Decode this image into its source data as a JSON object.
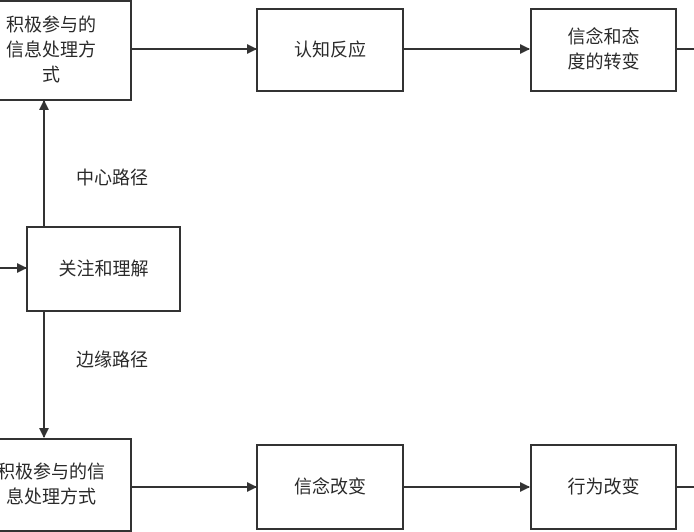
{
  "nodes": {
    "top_left": {
      "lines": [
        "积极参与的",
        "信息处理方",
        "式"
      ]
    },
    "cognitive": {
      "label": "认知反应"
    },
    "belief_attitude": {
      "lines": [
        "信念和态",
        "度的转变"
      ]
    },
    "attention": {
      "label": "关注和理解"
    },
    "bottom_left": {
      "lines": [
        "积极参与的信",
        "息处理方式"
      ]
    },
    "belief_change": {
      "label": "信念改变"
    },
    "behavior_change": {
      "label": "行为改变"
    }
  },
  "edge_labels": {
    "central": "中心路径",
    "peripheral": "边缘路径"
  },
  "colors": {
    "line": "#333333",
    "text": "#2a2a2a",
    "background": "#ffffff"
  }
}
